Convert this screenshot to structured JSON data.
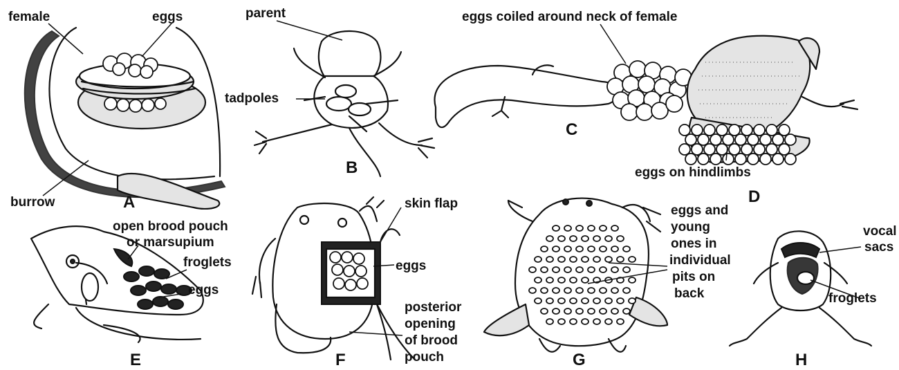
{
  "panels": {
    "A": {
      "letter": "A",
      "labels": {
        "female": "female",
        "eggs": "eggs",
        "burrow": "burrow"
      }
    },
    "B": {
      "letter": "B",
      "labels": {
        "parent": "parent",
        "tadpoles": "tadpoles"
      }
    },
    "C": {
      "letter": "C",
      "labels": {
        "eggs_neck": "eggs coiled around neck of female"
      }
    },
    "D": {
      "letter": "D",
      "labels": {
        "eggs_hindlimbs": "eggs on hindlimbs"
      }
    },
    "E": {
      "letter": "E",
      "labels": {
        "pouch_line1": "open brood pouch",
        "pouch_line2": "or marsupium",
        "froglets": "froglets",
        "eggs": "eggs"
      }
    },
    "F": {
      "letter": "F",
      "labels": {
        "skin_flap": "skin flap",
        "eggs": "eggs",
        "posterior_line1": "posterior",
        "posterior_line2": "opening",
        "posterior_line3": "of brood",
        "posterior_line4": "pouch"
      }
    },
    "G": {
      "letter": "G",
      "labels": {
        "line1": "eggs and",
        "line2": "young",
        "line3": "ones in",
        "line4": "individual",
        "line5": "pits on",
        "line6": "back"
      }
    },
    "H": {
      "letter": "H",
      "labels": {
        "vocal_line1": "vocal",
        "vocal_line2": "sacs",
        "froglets": "froglets"
      }
    }
  }
}
